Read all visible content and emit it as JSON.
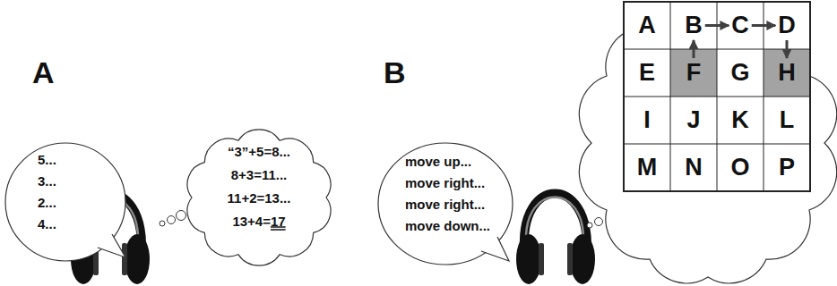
{
  "diagram": {
    "nodes": [
      {
        "text": [
          "5...",
          "3...",
          "2...",
          "4..."
        ]
      },
      {
        "text": [
          "“3”+5=8...",
          "8+3=11...",
          "11+2=13...",
          "13+4=17"
        ]
      },
      {
        "text": [
          "move up...",
          "move right...",
          "move right...",
          "move down..."
        ]
      },
      {
        "text": [
          "A"
        ]
      },
      {
        "text": [
          "B"
        ]
      },
      {
        "text": [
          "C"
        ]
      },
      {
        "text": [
          "D"
        ]
      },
      {
        "text": [
          "E"
        ]
      },
      {
        "text": [
          "F"
        ]
      },
      {
        "text": [
          "G"
        ]
      },
      {
        "text": [
          "H"
        ]
      },
      {
        "text": [
          "I"
        ]
      },
      {
        "text": [
          "J"
        ]
      },
      {
        "text": [
          "K"
        ]
      },
      {
        "text": [
          "L"
        ]
      },
      {
        "text": [
          "M"
        ]
      },
      {
        "text": [
          "N"
        ]
      },
      {
        "text": [
          "O"
        ]
      },
      {
        "text": [
          "P"
        ]
      }
    ],
    "edges": [
      {
        "from": 8,
        "to": 4,
        "arrow": "to"
      },
      {
        "from": 4,
        "to": 5,
        "arrow": "to"
      },
      {
        "from": 5,
        "to": 6,
        "arrow": "to"
      },
      {
        "from": 6,
        "to": 10,
        "arrow": "to"
      }
    ],
    "labels": [
      "A",
      "B"
    ]
  }
}
